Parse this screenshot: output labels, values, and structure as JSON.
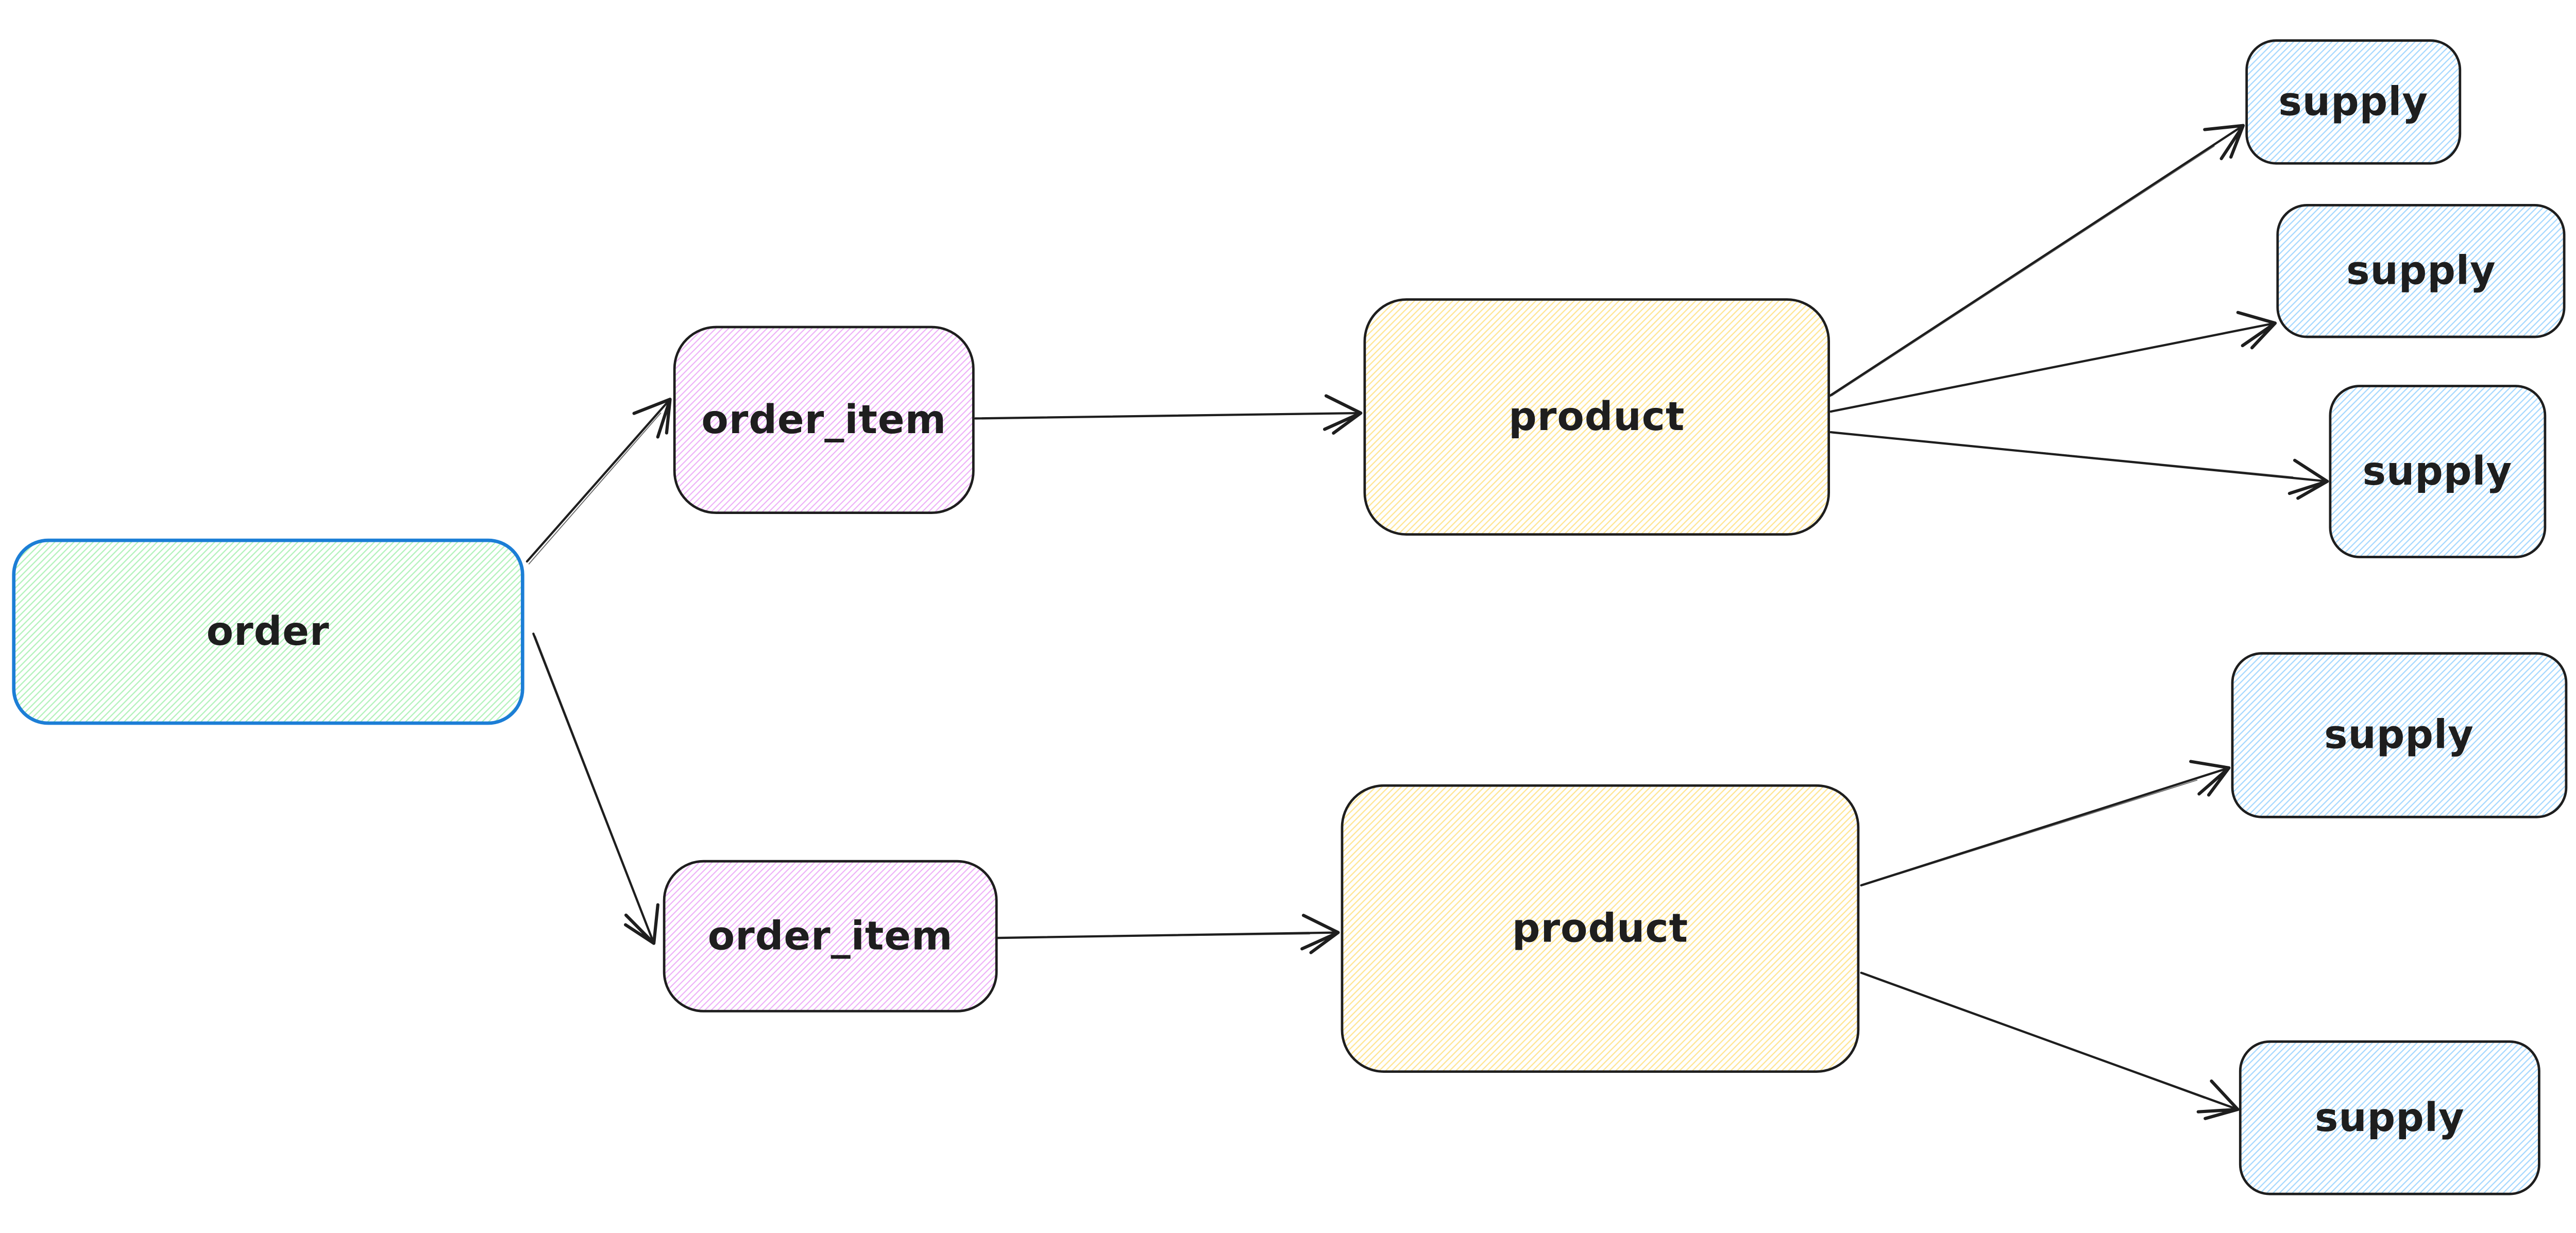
{
  "diagram": {
    "background": "#ffffff",
    "style": "hand-drawn-sketch",
    "arrow_color": "#1e1e1e",
    "palette": {
      "order_stroke": "#1c7ed6",
      "default_stroke": "#1e1e1e",
      "green_hachure": "#b2f2bb",
      "violet_hachure": "#edaef8",
      "yellow_hachure": "#ffe593",
      "blue_hachure": "#a5d8ff",
      "text_color": "#1e1e1e"
    },
    "nodes": [
      {
        "id": "order",
        "label": "order",
        "fill_color": "#b2f2bb",
        "stroke_color": "#1c7ed6"
      },
      {
        "id": "order_item_1",
        "label": "order_item",
        "fill_color": "#edaef8",
        "stroke_color": "#1e1e1e"
      },
      {
        "id": "order_item_2",
        "label": "order_item",
        "fill_color": "#edaef8",
        "stroke_color": "#1e1e1e"
      },
      {
        "id": "product_1",
        "label": "product",
        "fill_color": "#ffe593",
        "stroke_color": "#1e1e1e"
      },
      {
        "id": "product_2",
        "label": "product",
        "fill_color": "#ffe593",
        "stroke_color": "#1e1e1e"
      },
      {
        "id": "supply_1",
        "label": "supply",
        "fill_color": "#a5d8ff",
        "stroke_color": "#1e1e1e"
      },
      {
        "id": "supply_2",
        "label": "supply",
        "fill_color": "#a5d8ff",
        "stroke_color": "#1e1e1e"
      },
      {
        "id": "supply_3",
        "label": "supply",
        "fill_color": "#a5d8ff",
        "stroke_color": "#1e1e1e"
      },
      {
        "id": "supply_4",
        "label": "supply",
        "fill_color": "#a5d8ff",
        "stroke_color": "#1e1e1e"
      },
      {
        "id": "supply_5",
        "label": "supply",
        "fill_color": "#a5d8ff",
        "stroke_color": "#1e1e1e"
      }
    ],
    "edges": [
      {
        "from": "order",
        "to": "order_item_1"
      },
      {
        "from": "order",
        "to": "order_item_2"
      },
      {
        "from": "order_item_1",
        "to": "product_1"
      },
      {
        "from": "order_item_2",
        "to": "product_2"
      },
      {
        "from": "product_1",
        "to": "supply_1"
      },
      {
        "from": "product_1",
        "to": "supply_2"
      },
      {
        "from": "product_1",
        "to": "supply_3"
      },
      {
        "from": "product_2",
        "to": "supply_4"
      },
      {
        "from": "product_2",
        "to": "supply_5"
      }
    ]
  }
}
